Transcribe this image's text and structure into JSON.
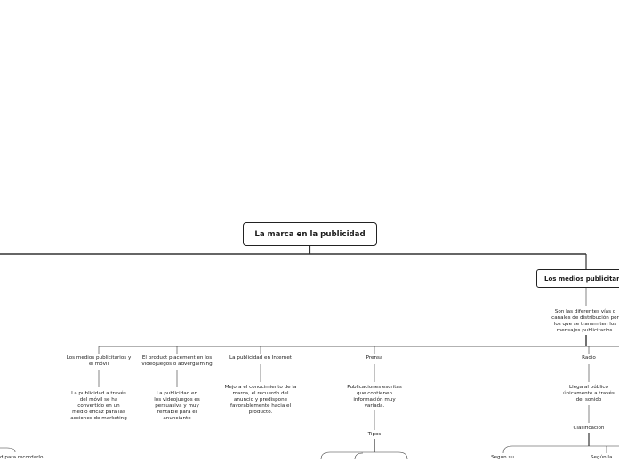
{
  "root": {
    "label": "La marca en la publicidad"
  },
  "main_topic": {
    "label": "Los medios publicitar",
    "description": "Son las diferentes vías o canales de distribución por los que se transmiten los mensajes publicitarios."
  },
  "branches": [
    {
      "title": "Los medios publicitarios y el móvil",
      "detail": "La publicidad a través del móvil se ha convertido en un medio eficaz para las acciones de marketing"
    },
    {
      "title": "El product placement en los videojuegos o advergaiming",
      "detail": "La publicidad en los videojuegos es persuasiva y muy rentable para el anunciante"
    },
    {
      "title": "La publicidad en Internet",
      "detail": "Mejora el conocimiento de la marca, el recuerdo del anuncio y predispone favorablemente hacia el producto."
    },
    {
      "title": "Prensa",
      "detail": "Publicaciones escritas que contienen información muy variada.",
      "sub": "Tipos"
    },
    {
      "title": "Radio",
      "detail": "Llega al público únicamente a través del sonido",
      "sub": "Clasificacion"
    }
  ],
  "cut_labels": {
    "left": "d para recordarlo",
    "segun_su": "Según su",
    "segun_la": "Según la"
  }
}
